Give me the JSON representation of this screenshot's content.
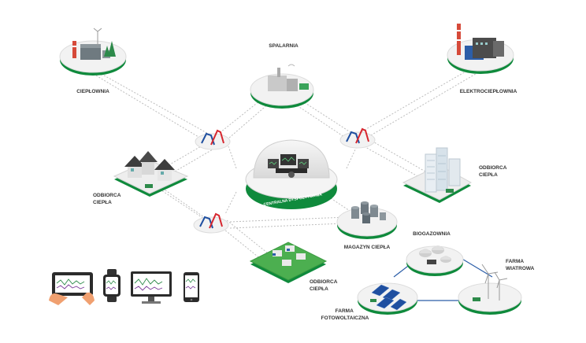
{
  "nodes": {
    "cieplownia": {
      "label": "CIEPŁOWNIA",
      "icon": "heating-plant-icon"
    },
    "spalarnia": {
      "label": "SPALARNIA",
      "icon": "incinerator-icon"
    },
    "elektrocieplownia": {
      "label": "ELEKTROCIEPŁOWNIA",
      "icon": "chp-plant-icon"
    },
    "odbiorca_left": {
      "line1": "ODBIORCA",
      "line2": "CIEPŁA",
      "icon": "houses-icon"
    },
    "odbiorca_right": {
      "line1": "ODBIORCA",
      "line2": "CIEPŁA",
      "icon": "office-buildings-icon"
    },
    "odbiorca_bottom": {
      "line1": "ODBIORCA",
      "line2": "CIEPŁA",
      "icon": "housing-estate-icon"
    },
    "magazyn": {
      "label": "MAGAZYN CIEPŁA",
      "icon": "heat-storage-icon"
    },
    "biogazownia": {
      "label": "BIOGAZOWNIA",
      "icon": "biogas-plant-icon"
    },
    "farma_wiatrowa": {
      "line1": "FARMA",
      "line2": "WIATROWA",
      "icon": "wind-turbine-icon"
    },
    "farma_fotowoltaiczna": {
      "line1": "FARMA",
      "line2": "FOTOWOLTAICZNA",
      "icon": "solar-panel-icon"
    }
  },
  "center": {
    "label": "CENTRALNA DYSPOZYTORNIA",
    "icon": "control-room-dome-icon"
  },
  "colors": {
    "green": "#0f8a3c",
    "platform": "#f2f2f2",
    "hot_pipe": "#d7262e",
    "cold_pipe": "#1f4fa0"
  },
  "devices": [
    "tablet-icon",
    "smartwatch-icon",
    "monitor-icon",
    "smartphone-icon"
  ]
}
